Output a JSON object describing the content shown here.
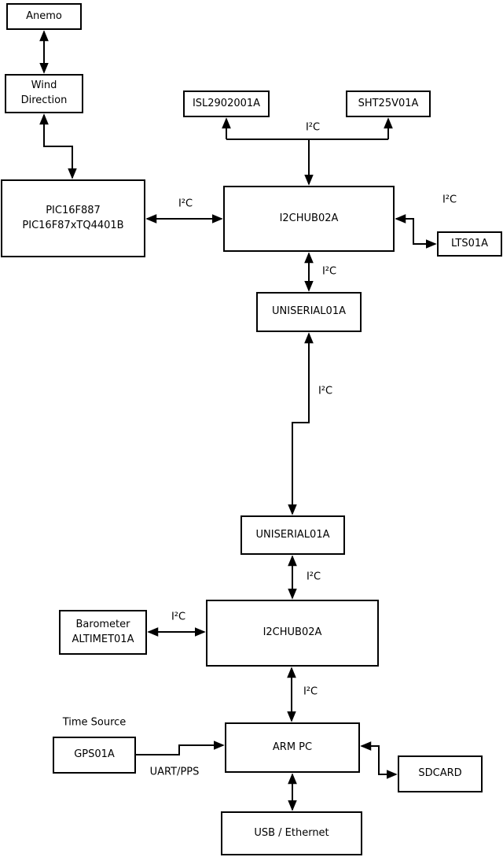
{
  "boxes": {
    "anemo": {
      "label": "Anemo"
    },
    "wind_direction": {
      "line1": "Wind",
      "line2": "Direction"
    },
    "pic": {
      "line1": "PIC16F887",
      "line2": "PIC16F87xTQ4401B"
    },
    "isl": {
      "label": "ISL2902001A"
    },
    "sht": {
      "label": "SHT25V01A"
    },
    "hub1": {
      "label": "I2CHUB02A"
    },
    "lts": {
      "label": "LTS01A"
    },
    "uniserial1": {
      "label": "UNISERIAL01A"
    },
    "uniserial2": {
      "label": "UNISERIAL01A"
    },
    "barometer": {
      "line1": "Barometer",
      "line2": "ALTIMET01A"
    },
    "hub2": {
      "label": "I2CHUB02A"
    },
    "gps": {
      "label": "GPS01A"
    },
    "arm_pc": {
      "label": "ARM PC"
    },
    "sdcard": {
      "label": "SDCARD"
    },
    "usb_ethernet": {
      "label": "USB / Ethernet"
    }
  },
  "edge_labels": {
    "pic_hub": "I²C",
    "sensor_bus": "I²C",
    "lts_link": "I²C",
    "hub1_uniserial": "I²C",
    "uniserial_long_link": "I²C",
    "uniserial_hub2": "I²C",
    "barometer_hub2": "I²C",
    "hub2_arm": "I²C",
    "time_source": "Time Source",
    "uart_pps": "UART/PPS"
  },
  "colors": {
    "line": "#000000",
    "background": "#ffffff",
    "box_fill": "#ffffff",
    "text": "#000000"
  }
}
